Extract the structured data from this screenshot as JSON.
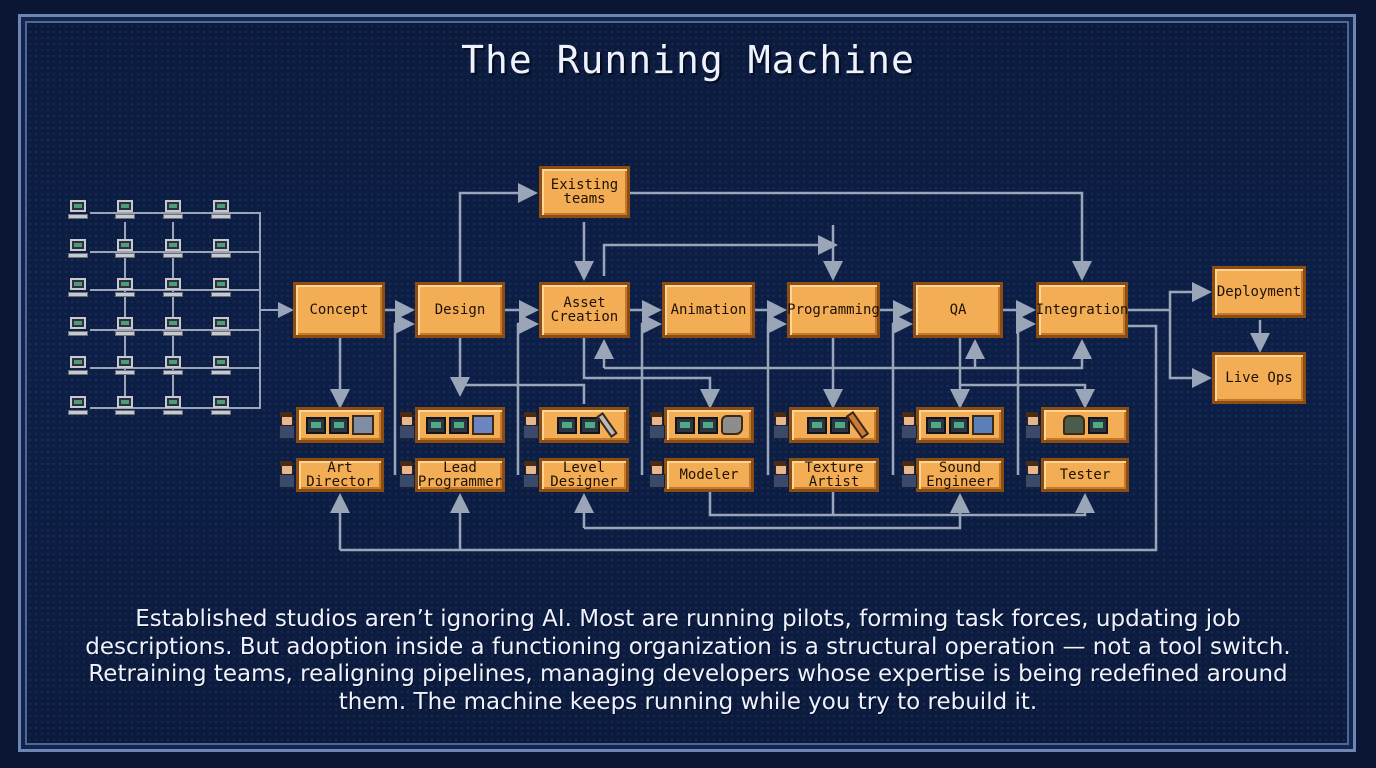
{
  "title": "The Running Machine",
  "pipeline": [
    {
      "id": "concept",
      "label": "Concept"
    },
    {
      "id": "design",
      "label": "Design"
    },
    {
      "id": "asset",
      "label": "Asset\nCreation"
    },
    {
      "id": "animation",
      "label": "Animation"
    },
    {
      "id": "programming",
      "label": "Programming"
    },
    {
      "id": "qa",
      "label": "QA"
    },
    {
      "id": "integration",
      "label": "Integration"
    }
  ],
  "existing_teams": "Existing\nteams",
  "outputs": {
    "deployment": "Deployment",
    "live_ops": "Live Ops"
  },
  "roles": [
    {
      "id": "art-director",
      "label": "Art Director",
      "icons": [
        "monitor-icon",
        "monitor-icon",
        "tools-icon"
      ]
    },
    {
      "id": "lead-programmer",
      "label": "Lead\nProgrammer",
      "icons": [
        "monitor-icon",
        "monitor-icon",
        "tablet-icon"
      ]
    },
    {
      "id": "level-designer",
      "label": "Level\nDesigner",
      "icons": [
        "monitor-icon",
        "monitor-icon",
        "stylus-icon"
      ]
    },
    {
      "id": "modeler",
      "label": "Modeler",
      "icons": [
        "monitor-icon",
        "monitor-icon",
        "sculpt-icon"
      ]
    },
    {
      "id": "texture-artist",
      "label": "Texture\nArtist",
      "icons": [
        "monitor-icon",
        "monitor-icon",
        "brush-icon"
      ]
    },
    {
      "id": "sound-engineer",
      "label": "Sound\nEngineer",
      "icons": [
        "monitor-icon",
        "monitor-icon",
        "mixer-icon"
      ]
    },
    {
      "id": "tester",
      "label": "Tester",
      "icons": [
        "tester-avatar-icon",
        "monitor-icon"
      ]
    }
  ],
  "caption": "Established studios aren’t ignoring AI. Most are running pilots, forming task forces, updating job descriptions. But adoption inside a functioning organization is a structural operation — not a tool switch. Retraining teams, realigning pipelines, managing developers whose expertise is being redefined around them. The machine keeps running while you try to rebuild it.",
  "colors": {
    "node": "#f3ad54",
    "node_border": "#8c4d12",
    "wire": "#9aa6b8",
    "background": "#0a1633"
  }
}
